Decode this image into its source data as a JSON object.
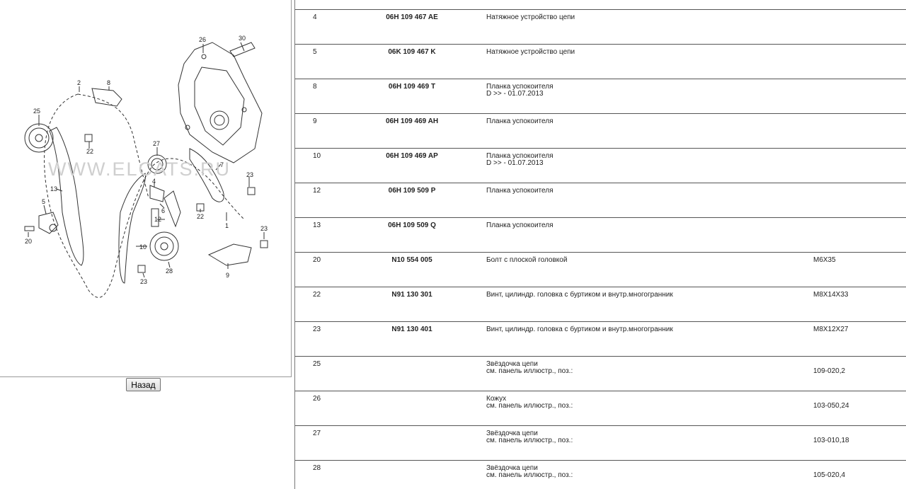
{
  "back_button_label": "Назад",
  "illustration": {
    "watermark_text": "WWW.ELCATS.RU",
    "callouts": [
      "26",
      "30",
      "2",
      "8",
      "25",
      "22",
      "27",
      "4",
      "7",
      "23",
      "13",
      "5",
      "6",
      "12",
      "22",
      "1",
      "20",
      "10",
      "23",
      "28",
      "23",
      "9"
    ]
  },
  "parts": [
    {
      "pos": "4",
      "part_number": "06H 109 467 AE",
      "desc": [
        "Натяжное устройство цепи"
      ],
      "note": ""
    },
    {
      "pos": "5",
      "part_number": "06K 109 467 K",
      "desc": [
        "Натяжное устройство цепи"
      ],
      "note": ""
    },
    {
      "pos": "8",
      "part_number": "06H 109 469 T",
      "desc": [
        "Планка успокоителя",
        "D >> - 01.07.2013"
      ],
      "note": ""
    },
    {
      "pos": "9",
      "part_number": "06H 109 469 AH",
      "desc": [
        "Планка успокоителя"
      ],
      "note": ""
    },
    {
      "pos": "10",
      "part_number": "06H 109 469 AP",
      "desc": [
        "Планка успокоителя",
        "D >> - 01.07.2013"
      ],
      "note": ""
    },
    {
      "pos": "12",
      "part_number": "06H 109 509 P",
      "desc": [
        "Планка успокоителя"
      ],
      "note": ""
    },
    {
      "pos": "13",
      "part_number": "06H 109 509 Q",
      "desc": [
        "Планка успокоителя"
      ],
      "note": ""
    },
    {
      "pos": "20",
      "part_number": "N10 554 005",
      "desc": [
        "Болт с плоской головкой"
      ],
      "note": "M6X35"
    },
    {
      "pos": "22",
      "part_number": "N91 130 301",
      "desc": [
        "Винт, цилиндр. головка с буртиком и внутр.многогранник"
      ],
      "note": "M8X14X33"
    },
    {
      "pos": "23",
      "part_number": "N91 130 401",
      "desc": [
        "Винт, цилиндр. головка с буртиком и внутр.многогранник"
      ],
      "note": "M8X12X27"
    },
    {
      "pos": "25",
      "part_number": "",
      "desc": [
        "Звёздочка цепи",
        "см. панель иллюстр., поз.:"
      ],
      "note": "109-020,2"
    },
    {
      "pos": "26",
      "part_number": "",
      "desc": [
        "Кожух",
        "см. панель иллюстр., поз.:"
      ],
      "note": "103-050,24"
    },
    {
      "pos": "27",
      "part_number": "",
      "desc": [
        "Звёздочка цепи",
        "см. панель иллюстр., поз.:"
      ],
      "note": "103-010,18"
    },
    {
      "pos": "28",
      "part_number": "",
      "desc": [
        "Звёздочка цепи",
        "см. панель иллюстр., поз.:"
      ],
      "note": "105-020,4"
    }
  ]
}
